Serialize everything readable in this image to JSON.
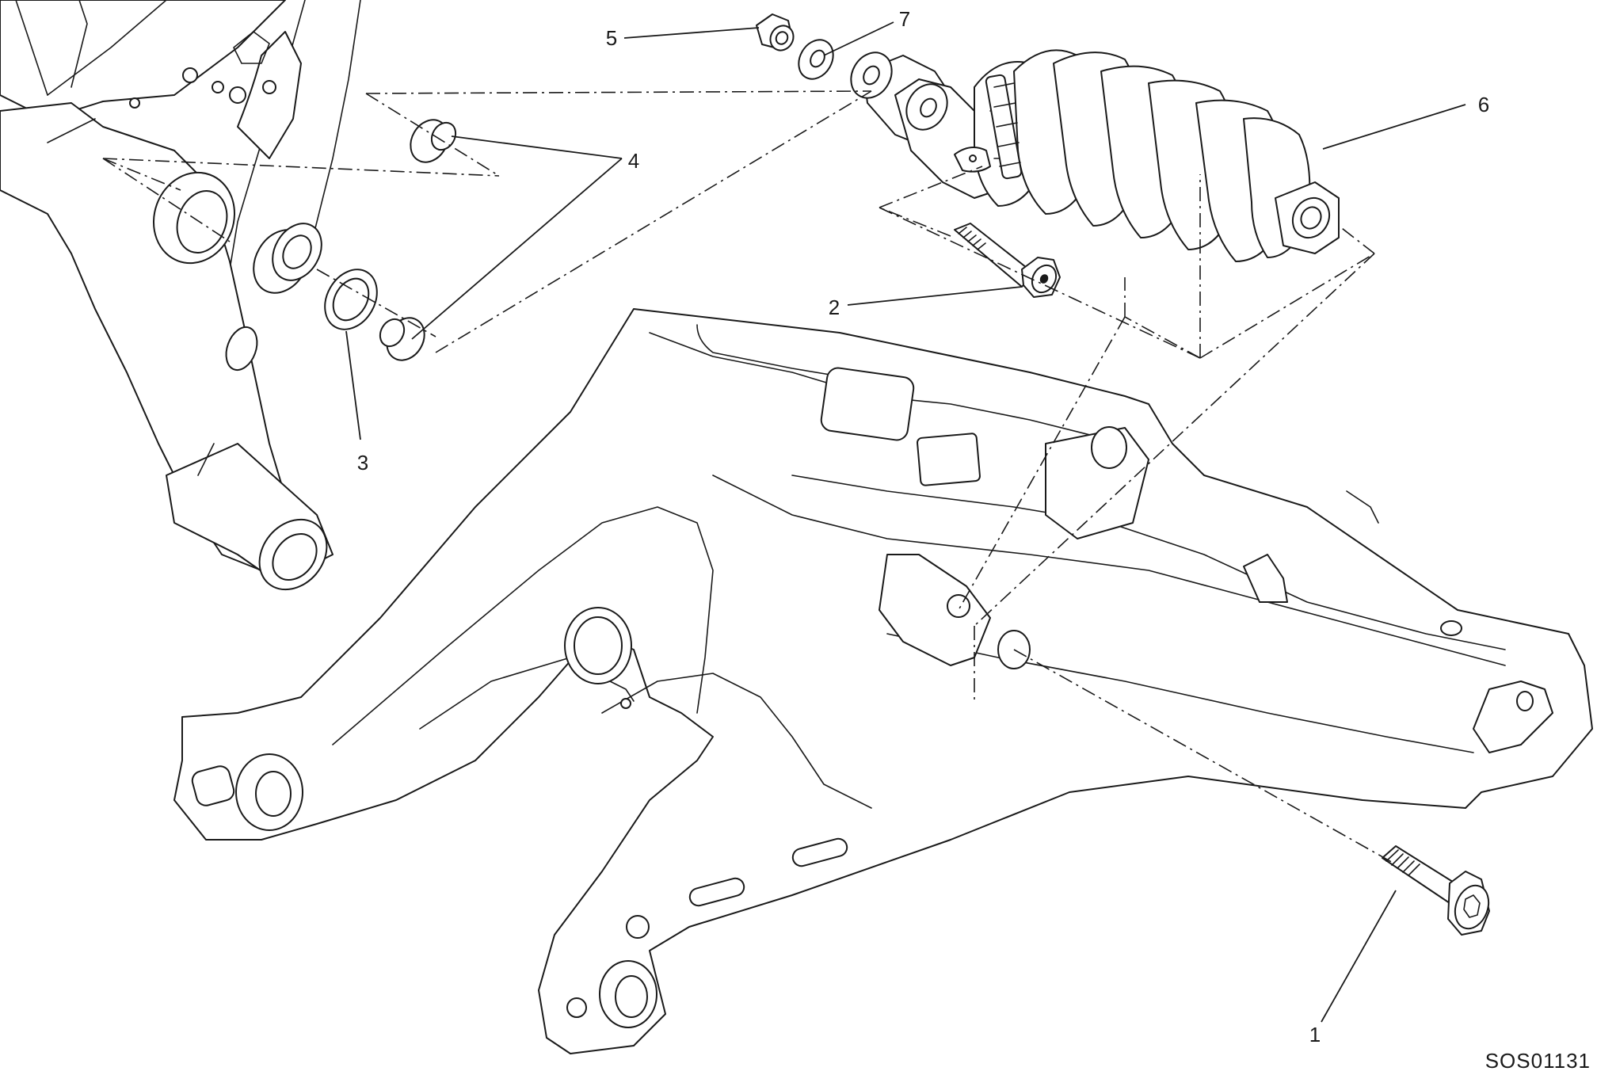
{
  "diagram": {
    "drawing_code": "SOS01131",
    "callouts": [
      {
        "id": "1",
        "label": "1"
      },
      {
        "id": "2",
        "label": "2"
      },
      {
        "id": "3",
        "label": "3"
      },
      {
        "id": "4",
        "label": "4"
      },
      {
        "id": "5",
        "label": "5"
      },
      {
        "id": "6",
        "label": "6"
      },
      {
        "id": "7",
        "label": "7"
      }
    ]
  }
}
